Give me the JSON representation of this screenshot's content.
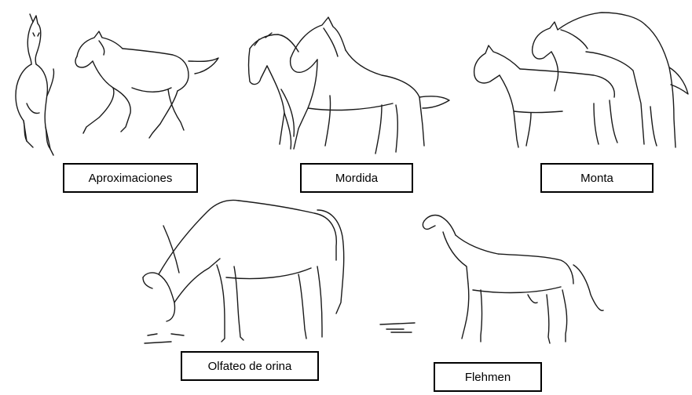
{
  "labels": {
    "aproximaciones": "Aproximaciones",
    "mordida": "Mordida",
    "monta": "Monta",
    "olfateo": "Olfateo de orina",
    "flehmen": "Flehmen"
  }
}
